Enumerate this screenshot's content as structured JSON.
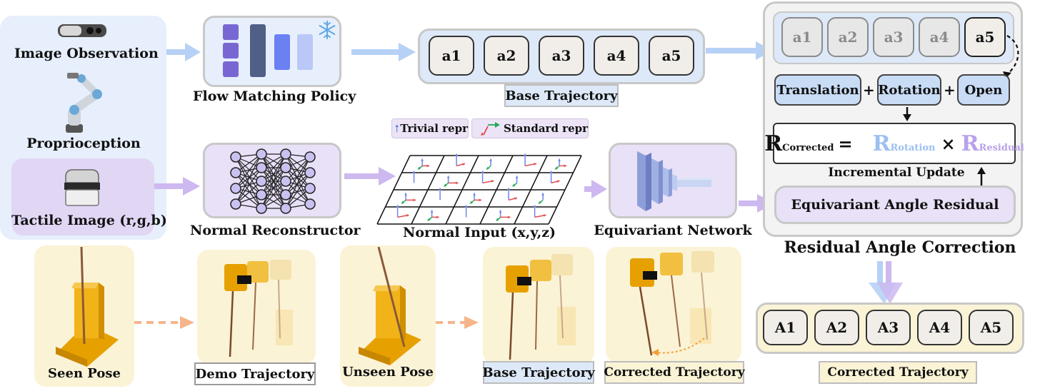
{
  "inputs": {
    "image_observation": "Image Observation",
    "proprioception": "Proprioception",
    "tactile_image": "Tactile Image (r,g,b)"
  },
  "flow": {
    "label": "Flow Matching Policy",
    "freeze_icon": "snowflake-icon"
  },
  "base_trajectory": {
    "tokens": [
      "a1",
      "a2",
      "a3",
      "a4",
      "a5"
    ],
    "label": "Base Trajectory"
  },
  "normal": {
    "reconstructor_label": "Normal Reconstructor",
    "input_label": "Normal Input (x,y,z)",
    "legend_trivial": "Trivial repr",
    "legend_standard": "Standard repr"
  },
  "equivariant": {
    "network_label": "Equivariant Network"
  },
  "residual": {
    "tokens": [
      "a1",
      "a2",
      "a3",
      "a4",
      "a5"
    ],
    "translation": "Translation",
    "rotation": "Rotation",
    "open": "Open",
    "plus": "+",
    "formula": {
      "r_main": "R",
      "r_sub": "Corrected",
      "equals": "=",
      "rot_main": "R",
      "rot_sub": "Rotation",
      "times": "×",
      "res_main": "R",
      "res_sub": "Residual"
    },
    "incremental": "Incremental Update",
    "angle_residual": "Equivariant Angle Residual",
    "title": "Residual Angle Correction"
  },
  "corrected": {
    "tokens": [
      "A1",
      "A2",
      "A3",
      "A4",
      "A5"
    ],
    "label": "Corrected Trajectory"
  },
  "bottom": {
    "seen_pose": "Seen Pose",
    "demo_trajectory": "Demo Trajectory",
    "unseen_pose": "Unseen Pose",
    "base_trajectory": "Base Trajectory",
    "corrected_trajectory": "Corrected Trajectory"
  },
  "colors": {
    "blue_panel": "#e6effb",
    "purple_panel": "#e9e1f7",
    "yellow_panel": "#fbf3d6",
    "blue_arrow": "#b6d1f5",
    "purple_arrow": "#cdb8f0",
    "orange_dash": "#f5b58a",
    "r_rotation": "#9cc0f0",
    "r_residual": "#b9a2ea"
  }
}
